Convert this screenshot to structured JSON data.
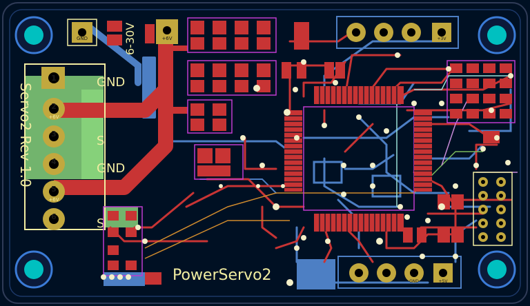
{
  "board": {
    "title": "PowerServo2",
    "revision": "Servo2 Rev 1.0",
    "voltage_label": "6-30V"
  },
  "left_header": {
    "labels": [
      "GND",
      "S",
      "GND",
      "S"
    ],
    "pin_numbers": [
      "1",
      "2",
      "3",
      "4",
      "5",
      "6"
    ],
    "pin_sublabels": [
      "",
      "+6V",
      "",
      "",
      "+6V",
      ""
    ]
  },
  "top_connectors": {
    "left_pad_label": "GND",
    "power_pad_label": "+6V",
    "right_header_labels": [
      "",
      "",
      "",
      "+3V"
    ]
  },
  "bottom_connectors": {
    "right_header_labels": [
      "",
      "",
      "GND",
      "+5V"
    ]
  },
  "colors": {
    "board_bg": "#001023",
    "front_copper": "#c83434",
    "back_copper": "#4d7fc4",
    "silkscreen": "#f2eda1",
    "pad_gold": "#c2a83e",
    "mounting_hole": "#00c0c0",
    "green_zone": "#86d17a"
  },
  "icons": [
    "mounting-hole-icon",
    "pad-icon",
    "via-icon"
  ]
}
